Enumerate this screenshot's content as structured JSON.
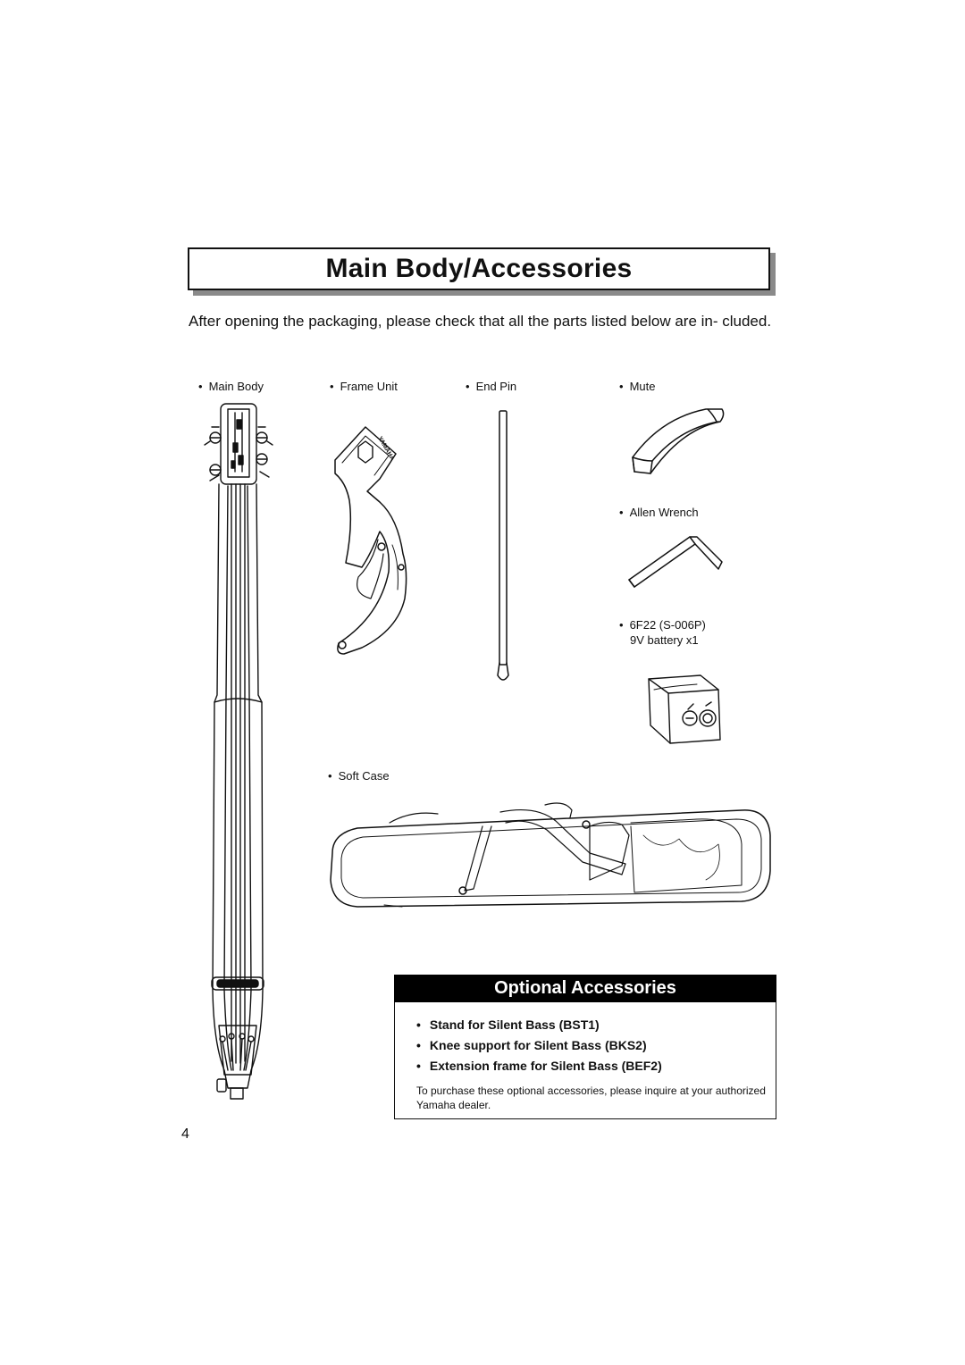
{
  "page": {
    "title": "Main Body/Accessories",
    "intro": "After opening the packaging, please check that all the parts listed below are in- cluded.",
    "page_number": "4",
    "bullet": "•"
  },
  "items": {
    "main_body": "Main Body",
    "frame_unit": "Frame Unit",
    "end_pin": "End Pin",
    "mute": "Mute",
    "allen_wrench": "Allen Wrench",
    "battery_line1": "6F22 (S-006P)",
    "battery_line2": "9V battery x1",
    "soft_case": "Soft Case"
  },
  "optional": {
    "title": "Optional Accessories",
    "items": [
      "Stand for Silent Bass (BST1)",
      "Knee support for Silent Bass (BKS2)",
      "Extension frame for Silent Bass (BEF2)"
    ],
    "note": "To purchase these optional accessories, please inquire at your authorized Yamaha dealer."
  },
  "logo_text": "YAMAHA"
}
